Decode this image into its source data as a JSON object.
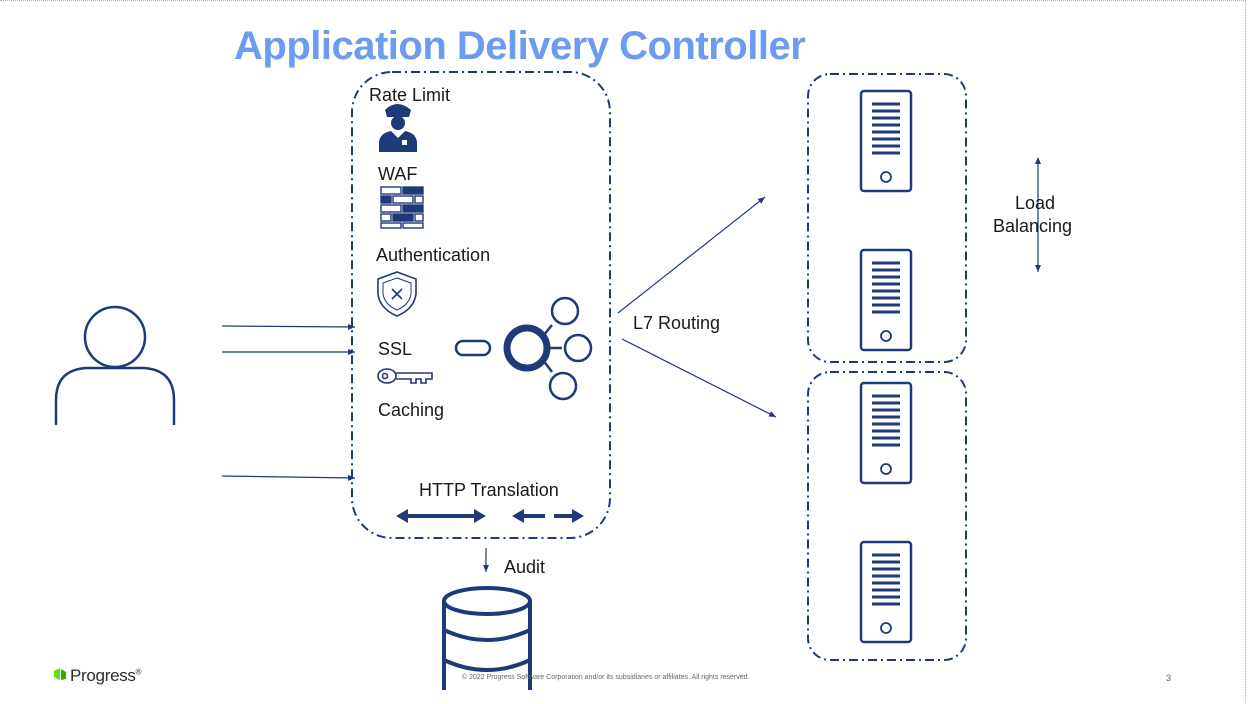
{
  "title": "Application Delivery Controller",
  "features": {
    "rate_limit": "Rate Limit",
    "waf": "WAF",
    "authentication": "Authentication",
    "ssl": "SSL",
    "caching": "Caching",
    "http_translation": "HTTP Translation"
  },
  "routing_label": "L7 Routing",
  "audit_label": "Audit",
  "load_balancing": {
    "line1": "Load",
    "line2": "Balancing"
  },
  "footer": {
    "brand": "Progress",
    "brand_mark": "®",
    "copyright": "© 2022 Progress Software Corporation and/or its subsidiaries or affiliates. All rights reserved.",
    "page_number": "3"
  },
  "colors": {
    "title": "#6b9cf0",
    "navy": "#1f3a78",
    "brand_green": "#5ce500"
  },
  "icons": [
    "user-icon",
    "police-officer-icon",
    "firewall-icon",
    "shield-icon",
    "key-icon",
    "routing-hub-icon",
    "server-icon",
    "database-icon"
  ]
}
